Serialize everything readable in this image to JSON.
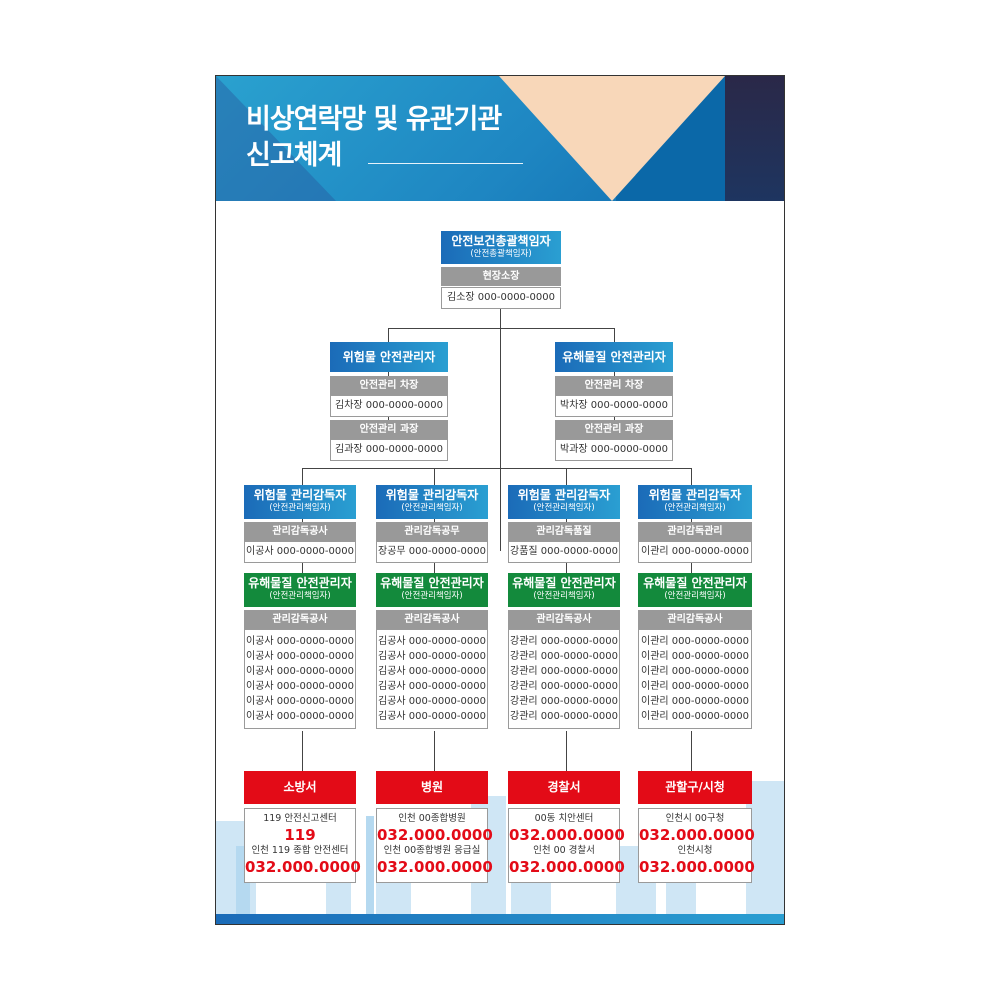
{
  "header": {
    "title_line1": "비상연락망 및 유관기관",
    "title_line2": "신고체계"
  },
  "top": {
    "title": "안전보건총괄책임자",
    "subtitle": "(안전총괄책임자)",
    "role": "현장소장",
    "contact": "김소장 000-0000-0000"
  },
  "managers": [
    {
      "title": "위험물 안전관리자",
      "positions": [
        {
          "role": "안전관리 차장",
          "contact": "김차장 000-0000-0000"
        },
        {
          "role": "안전관리 과장",
          "contact": "김과장 000-0000-0000"
        }
      ]
    },
    {
      "title": "유해물질 안전관리자",
      "positions": [
        {
          "role": "안전관리 차장",
          "contact": "박차장 000-0000-0000"
        },
        {
          "role": "안전관리 과장",
          "contact": "박과장 000-0000-0000"
        }
      ]
    }
  ],
  "columns": [
    {
      "supervisor": {
        "title": "위험물 관리감독자",
        "subtitle": "(안전관리책임자)",
        "role": "관리감독공사",
        "contact": "이공사 000-0000-0000"
      },
      "hazmat": {
        "title": "유해물질 안전관리자",
        "subtitle": "(안전관리책임자)",
        "role": "관리감독공사",
        "contacts": [
          "이공사 000-0000-0000",
          "이공사 000-0000-0000",
          "이공사 000-0000-0000",
          "이공사 000-0000-0000",
          "이공사 000-0000-0000",
          "이공사 000-0000-0000"
        ]
      },
      "agency": {
        "name": "소방서",
        "label1": "119 안전신고센터",
        "number1": "119",
        "label2": "인천 119 종합 안전센터",
        "number2": "032.000.0000"
      }
    },
    {
      "supervisor": {
        "title": "위험물 관리감독자",
        "subtitle": "(안전관리책임자)",
        "role": "관리감독공무",
        "contact": "장공무 000-0000-0000"
      },
      "hazmat": {
        "title": "유해물질 안전관리자",
        "subtitle": "(안전관리책임자)",
        "role": "관리감독공사",
        "contacts": [
          "김공사 000-0000-0000",
          "김공사 000-0000-0000",
          "김공사 000-0000-0000",
          "김공사 000-0000-0000",
          "김공사 000-0000-0000",
          "김공사 000-0000-0000"
        ]
      },
      "agency": {
        "name": "병원",
        "label1": "인천 00종합병원",
        "number1": "032.000.0000",
        "label2": "인천 00종합병원 응급실",
        "number2": "032.000.0000"
      }
    },
    {
      "supervisor": {
        "title": "위험물 관리감독자",
        "subtitle": "(안전관리책임자)",
        "role": "관리감독품질",
        "contact": "강품질 000-0000-0000"
      },
      "hazmat": {
        "title": "유해물질 안전관리자",
        "subtitle": "(안전관리책임자)",
        "role": "관리감독공사",
        "contacts": [
          "강관리 000-0000-0000",
          "강관리 000-0000-0000",
          "강관리 000-0000-0000",
          "강관리 000-0000-0000",
          "강관리 000-0000-0000",
          "강관리 000-0000-0000"
        ]
      },
      "agency": {
        "name": "경찰서",
        "label1": "00동 치안센터",
        "number1": "032.000.0000",
        "label2": "인천 00 경찰서",
        "number2": "032.000.0000"
      }
    },
    {
      "supervisor": {
        "title": "위험물 관리감독자",
        "subtitle": "(안전관리책임자)",
        "role": "관리감독관리",
        "contact": "이관리 000-0000-0000"
      },
      "hazmat": {
        "title": "유해물질 안전관리자",
        "subtitle": "(안전관리책임자)",
        "role": "관리감독공사",
        "contacts": [
          "이관리 000-0000-0000",
          "이관리 000-0000-0000",
          "이관리 000-0000-0000",
          "이관리 000-0000-0000",
          "이관리 000-0000-0000",
          "이관리 000-0000-0000"
        ]
      },
      "agency": {
        "name": "관할구/시청",
        "label1": "인천시 00구청",
        "number1": "032.000.0000",
        "label2": "인천시청",
        "number2": "032.000.0000"
      }
    }
  ],
  "colors": {
    "blue_start": "#1b6bb8",
    "blue_end": "#2a9fd2",
    "green": "#138a3c",
    "gray": "#999999",
    "red": "#e30b17",
    "peach": "#f8d7b9",
    "navy": "#1e3560"
  }
}
